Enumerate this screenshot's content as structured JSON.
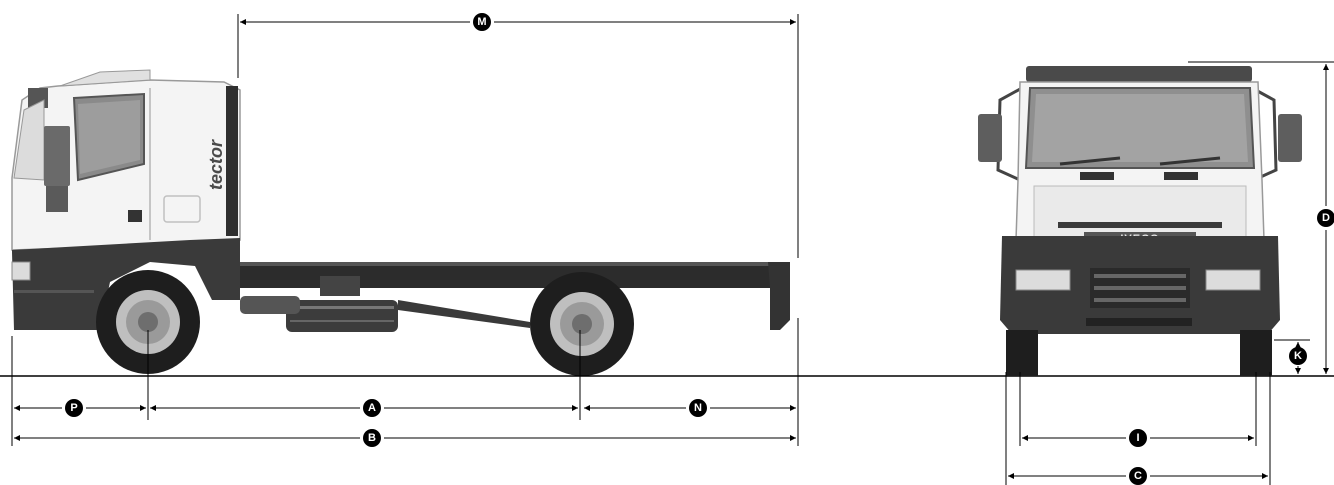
{
  "dimensions": {
    "M": "M",
    "A": "A",
    "B": "B",
    "P": "P",
    "N": "N",
    "D": "D",
    "K": "K",
    "I": "I",
    "C": "C"
  },
  "truck": {
    "model_text": "tector",
    "brand_text": "IVECO"
  },
  "colors": {
    "cab": "#f4f4f4",
    "body_dark": "#3a3a3a",
    "chassis": "#2c2c2c",
    "tyre": "#1e1e1e",
    "rim": "#bfbfbf",
    "line": "#000000"
  }
}
